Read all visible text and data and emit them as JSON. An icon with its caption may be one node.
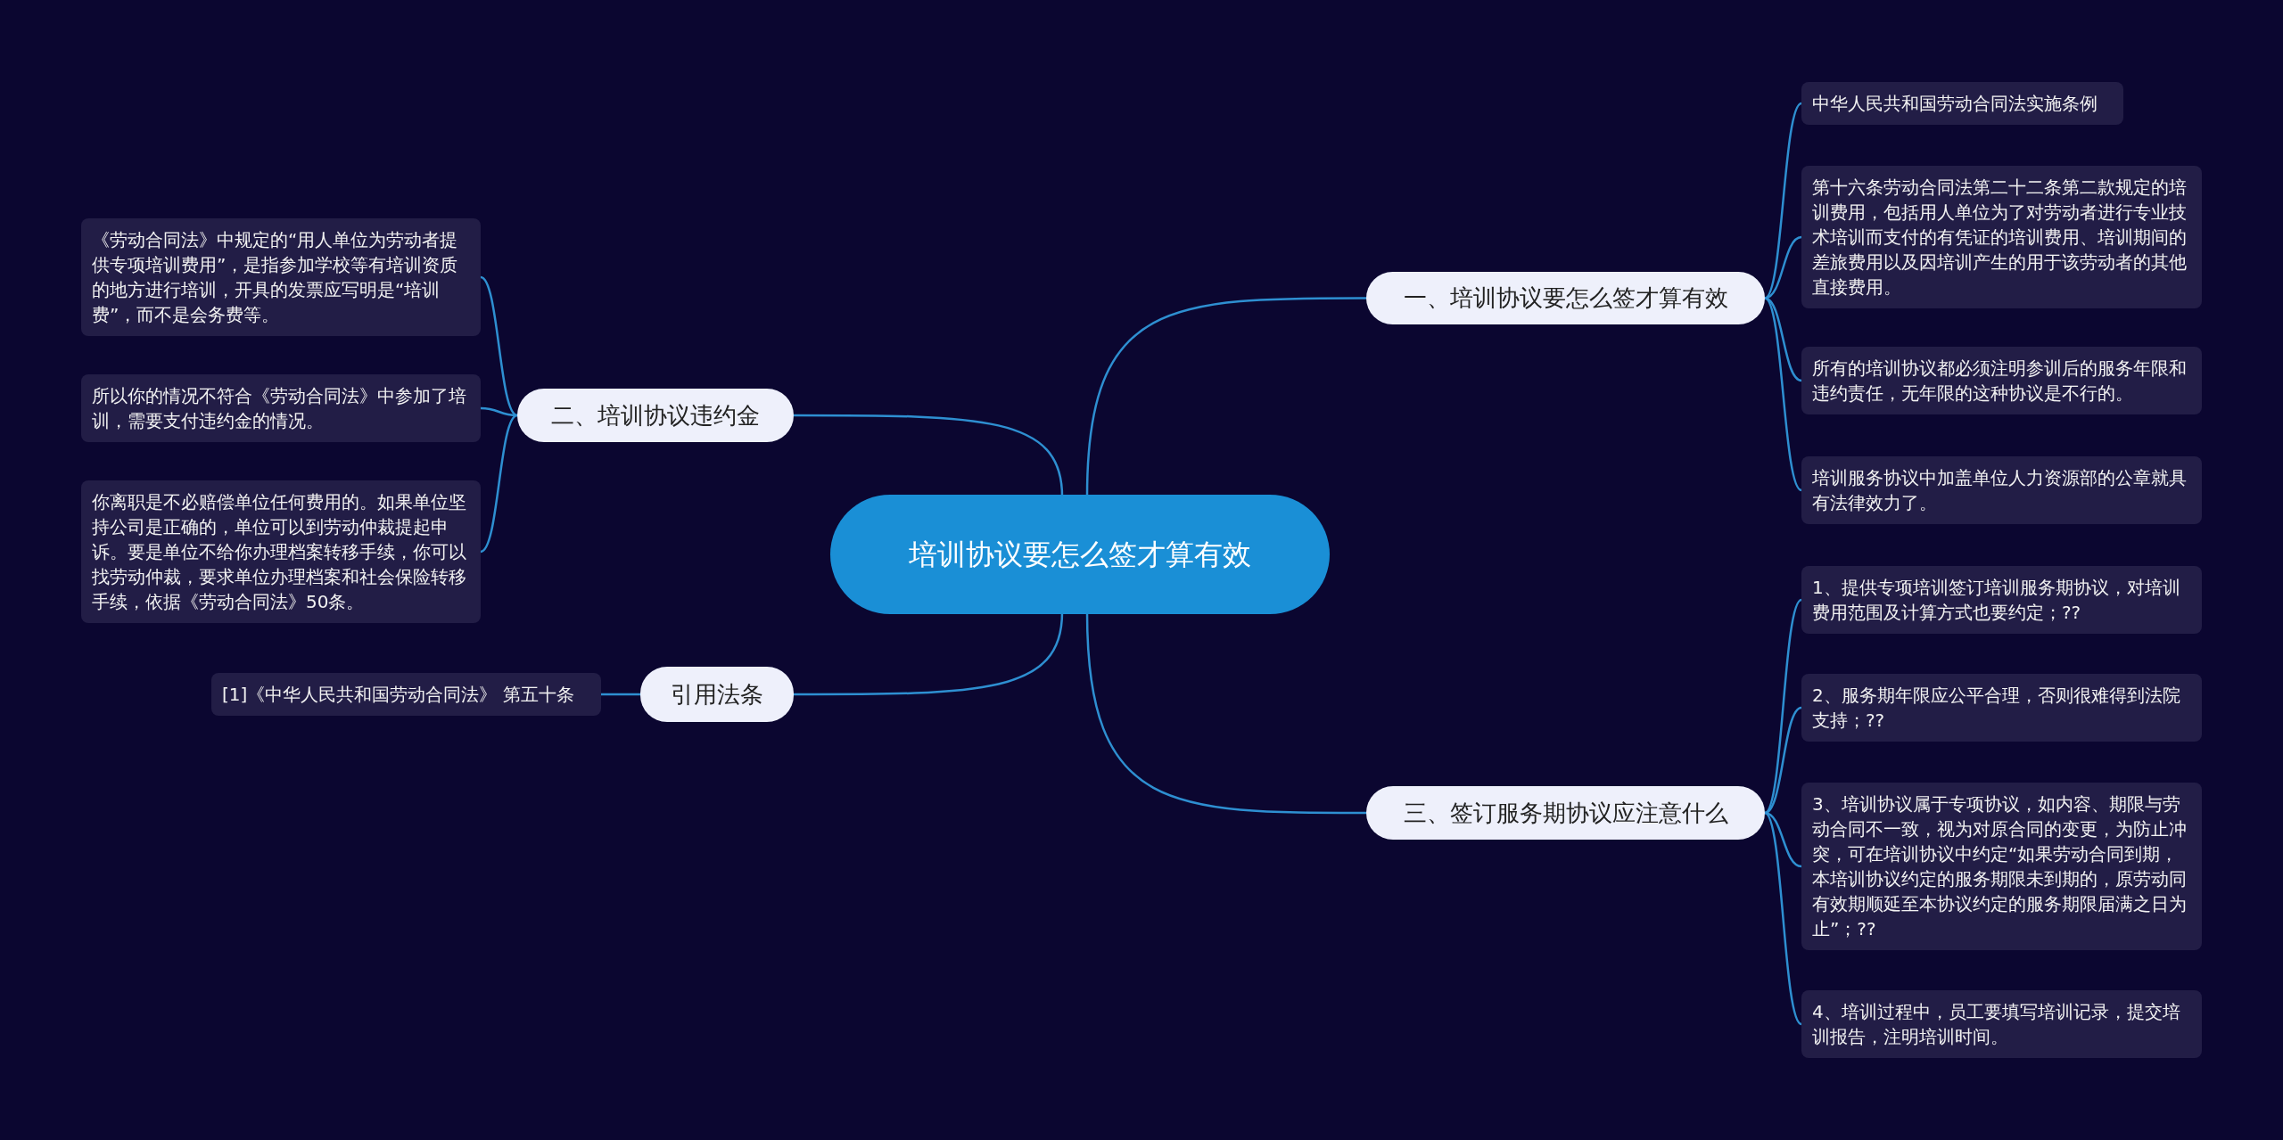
{
  "diagram": {
    "nodes": [
      {
        "text": [
          "培训协议要怎么签才算有效"
        ]
      },
      {
        "text": [
          "一、培训协议要怎么签才算有效"
        ]
      },
      {
        "text": [
          "中华人民共和国劳动合同法实施条例"
        ]
      },
      {
        "text": [
          "第十六条劳动合同法第二十二条第二款规定的培训费用，包括用人单位为了对劳动者进行专业技术培训而支付的有凭证的培训费用、培训期间的差旅费用以及因培训产生的用于该劳动者的其他直接费用。"
        ]
      },
      {
        "text": [
          "所有的培训协议都必须注明参训后的服务年限和违约责任，无年限的这种协议是不行的。"
        ]
      },
      {
        "text": [
          "培训服务协议中加盖单位人力资源部的公章就具有法律效力了。"
        ]
      },
      {
        "text": [
          "三、签订服务期协议应注意什么"
        ]
      },
      {
        "text": [
          "1、提供专项培训签订培训服务期协议，对培训费用范围及计算方式也要约定；??"
        ]
      },
      {
        "text": [
          "2、服务期年限应公平合理，否则很难得到法院支持；??"
        ]
      },
      {
        "text": [
          "3、培训协议属于专项协议，如内容、期限与劳动合同不一致，视为对原合同的变更，为防止冲突，可在培训协议中约定“如果劳动合同到期，本培训协议约定的服务期限未到期的，原劳动同有效期顺延至本协议约定的服务期限届满之日为止”；??"
        ]
      },
      {
        "text": [
          "4、培训过程中，员工要填写培训记录，提交培训报告，注明培训时间。"
        ]
      },
      {
        "text": [
          "二、培训协议违约金"
        ]
      },
      {
        "text": [
          "《劳动合同法》中规定的“用人单位为劳动者提供专项培训费用”，是指参加学校等有培训资质的地方进行培训，开具的发票应写明是“培训费”，而不是会务费等。"
        ]
      },
      {
        "text": [
          "所以你的情况不符合《劳动合同法》中参加了培训，需要支付违约金的情况。"
        ]
      },
      {
        "text": [
          "你离职是不必赔偿单位任何费用的。如果单位坚持公司是正确的，单位可以到劳动仲裁提起申诉。要是单位不给你办理档案转移手续，你可以找劳动仲裁，要求单位办理档案和社会保险转移手续，依据《劳动合同法》50条。"
        ]
      },
      {
        "text": [
          "引用法条"
        ]
      },
      {
        "text": [
          "[1]《中华人民共和国劳动合同法》 第五十条"
        ]
      }
    ],
    "edges": [
      {
        "from": 0,
        "to": 1,
        "arrow": "none"
      },
      {
        "from": 1,
        "to": 2,
        "arrow": "none"
      },
      {
        "from": 1,
        "to": 3,
        "arrow": "none"
      },
      {
        "from": 1,
        "to": 4,
        "arrow": "none"
      },
      {
        "from": 1,
        "to": 5,
        "arrow": "none"
      },
      {
        "from": 0,
        "to": 6,
        "arrow": "none"
      },
      {
        "from": 6,
        "to": 7,
        "arrow": "none"
      },
      {
        "from": 6,
        "to": 8,
        "arrow": "none"
      },
      {
        "from": 6,
        "to": 9,
        "arrow": "none"
      },
      {
        "from": 6,
        "to": 10,
        "arrow": "none"
      },
      {
        "from": 0,
        "to": 11,
        "arrow": "none"
      },
      {
        "from": 11,
        "to": 12,
        "arrow": "none"
      },
      {
        "from": 11,
        "to": 13,
        "arrow": "none"
      },
      {
        "from": 11,
        "to": 14,
        "arrow": "none"
      },
      {
        "from": 0,
        "to": 15,
        "arrow": "none"
      },
      {
        "from": 15,
        "to": 16,
        "arrow": "none"
      }
    ]
  }
}
